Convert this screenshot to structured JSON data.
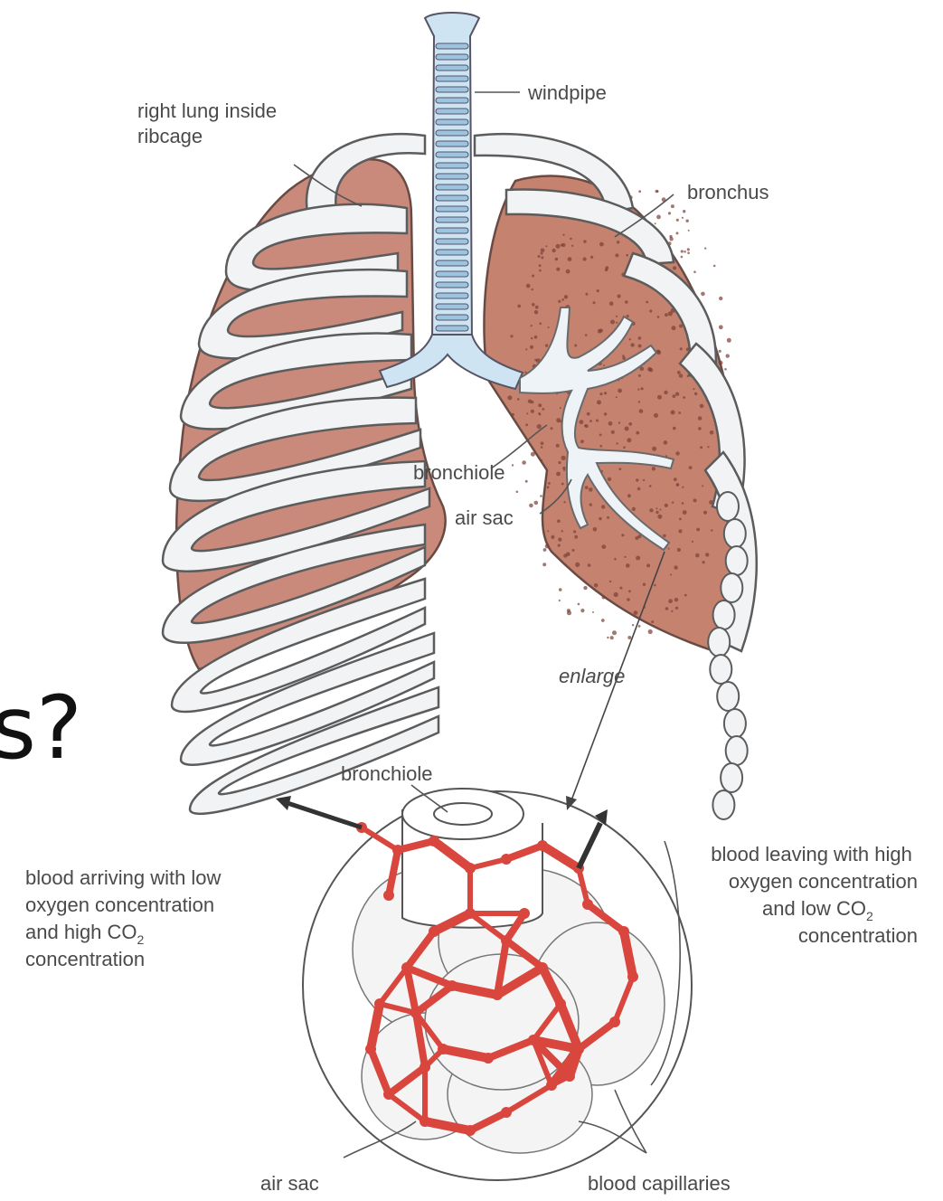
{
  "page": {
    "partial_heading": "s?"
  },
  "labels": {
    "windpipe": "windpipe",
    "right_lung_line1": "right lung inside",
    "right_lung_line2": "ribcage",
    "bronchus": "bronchus",
    "bronchiole_upper": "bronchiole",
    "air_sac_upper": "air sac",
    "enlarge": "enlarge",
    "bronchiole_lower": "bronchiole",
    "arriving_line1": "blood arriving with low",
    "arriving_line2": "oxygen concentration",
    "arriving_line3_prefix": "and high CO",
    "arriving_line3_sub": "2",
    "arriving_line4": "concentration",
    "leaving_line1": "blood leaving with high",
    "leaving_line2": "oxygen concentration",
    "leaving_line3_prefix": "and low CO",
    "leaving_line3_sub": "2",
    "leaving_line4": "concentration",
    "air_sac_lower": "air sac",
    "blood_capillaries": "blood capillaries"
  },
  "colors": {
    "lung_tissue": "#c98a7b",
    "ribs": "#f2f3f5",
    "airway": "#cfe4f3",
    "capillaries": "#d9463e"
  }
}
